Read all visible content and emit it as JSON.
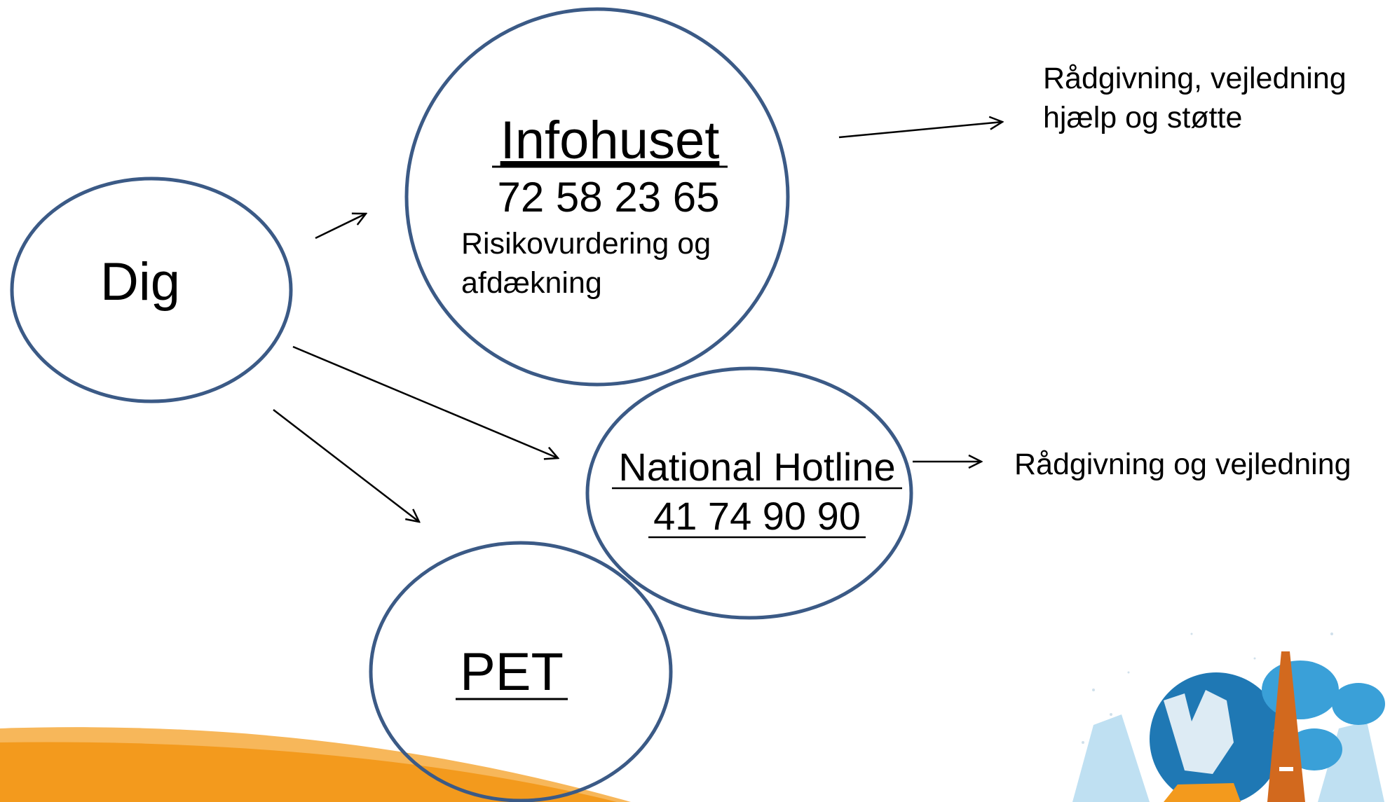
{
  "colors": {
    "circle_stroke": "#3b5a86",
    "arrow": "#000000",
    "text": "#000000",
    "brand_orange": "#f39a1d",
    "brand_light_orange": "#f7b75a",
    "brand_blue": "#3aa0d8",
    "brand_dark_blue": "#1f78b4",
    "brand_tower": "#d2691e"
  },
  "nodes": {
    "dig": {
      "label": "Dig"
    },
    "infohuset": {
      "title": "Infohuset",
      "phone": "72 58 23 65",
      "description_line1": "Risikovurdering og",
      "description_line2": "afdækning"
    },
    "national_hotline": {
      "title": "National Hotline",
      "phone": "41 74 90 90"
    },
    "pet": {
      "label": "PET"
    }
  },
  "notes": {
    "infohuset_note_line1": "Rådgivning, vejledning",
    "infohuset_note_line2": "hjælp og støtte",
    "hotline_note": "Rådgivning og vejledning"
  },
  "edges": [
    {
      "from": "dig",
      "to": "infohuset"
    },
    {
      "from": "dig",
      "to": "national_hotline"
    },
    {
      "from": "dig",
      "to": "pet"
    },
    {
      "from": "infohuset",
      "to": "infohuset_note"
    },
    {
      "from": "national_hotline",
      "to": "hotline_note"
    }
  ],
  "decoration": {
    "bottom_wave": "orange-swoosh",
    "logo": "fist-speech-bubbles-logo"
  }
}
